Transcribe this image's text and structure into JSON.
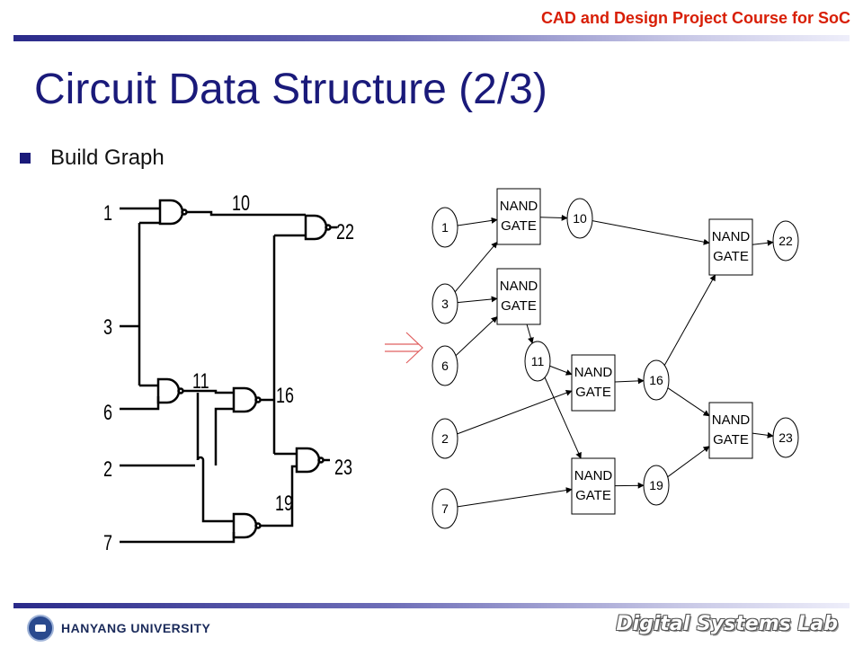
{
  "header": {
    "course": "CAD and Design Project Course for SoC"
  },
  "title": "Circuit Data Structure (2/3)",
  "bullet": {
    "text": "Build Graph"
  },
  "schematic": {
    "input_labels": {
      "n1": "1",
      "n3": "3",
      "n6": "6",
      "n2": "2",
      "n7": "7"
    },
    "net_labels": {
      "n10": "10",
      "n11": "11",
      "n16": "16",
      "n19": "19",
      "n22": "22",
      "n23": "23"
    }
  },
  "graph": {
    "nets": [
      {
        "id": "1",
        "label": "1"
      },
      {
        "id": "3",
        "label": "3"
      },
      {
        "id": "6",
        "label": "6"
      },
      {
        "id": "2",
        "label": "2"
      },
      {
        "id": "7",
        "label": "7"
      },
      {
        "id": "10",
        "label": "10"
      },
      {
        "id": "11",
        "label": "11"
      },
      {
        "id": "16",
        "label": "16"
      },
      {
        "id": "19",
        "label": "19"
      },
      {
        "id": "22",
        "label": "22"
      },
      {
        "id": "23",
        "label": "23"
      }
    ],
    "gates": [
      {
        "id": "g1",
        "line1": "NAND",
        "line2": "GATE"
      },
      {
        "id": "g2",
        "line1": "NAND",
        "line2": "GATE"
      },
      {
        "id": "g3",
        "line1": "NAND",
        "line2": "GATE"
      },
      {
        "id": "g4",
        "line1": "NAND",
        "line2": "GATE"
      },
      {
        "id": "g5",
        "line1": "NAND",
        "line2": "GATE"
      },
      {
        "id": "g6",
        "line1": "NAND",
        "line2": "GATE"
      }
    ],
    "edges": [
      [
        "1",
        "g1"
      ],
      [
        "3",
        "g1"
      ],
      [
        "3",
        "g2"
      ],
      [
        "6",
        "g2"
      ],
      [
        "g1",
        "10"
      ],
      [
        "g2",
        "11"
      ],
      [
        "11",
        "g3"
      ],
      [
        "2",
        "g3"
      ],
      [
        "11",
        "g4"
      ],
      [
        "7",
        "g4"
      ],
      [
        "g3",
        "16"
      ],
      [
        "g4",
        "19"
      ],
      [
        "10",
        "g5"
      ],
      [
        "16",
        "g5"
      ],
      [
        "16",
        "g6"
      ],
      [
        "19",
        "g6"
      ],
      [
        "g5",
        "22"
      ],
      [
        "g6",
        "23"
      ]
    ]
  },
  "footer": {
    "university": "HANYANG UNIVERSITY",
    "lab": "Digital Systems Lab"
  },
  "colors": {
    "course": "#d81e05",
    "title": "#1a1a7a",
    "arrow_symbol": "#e06060"
  }
}
